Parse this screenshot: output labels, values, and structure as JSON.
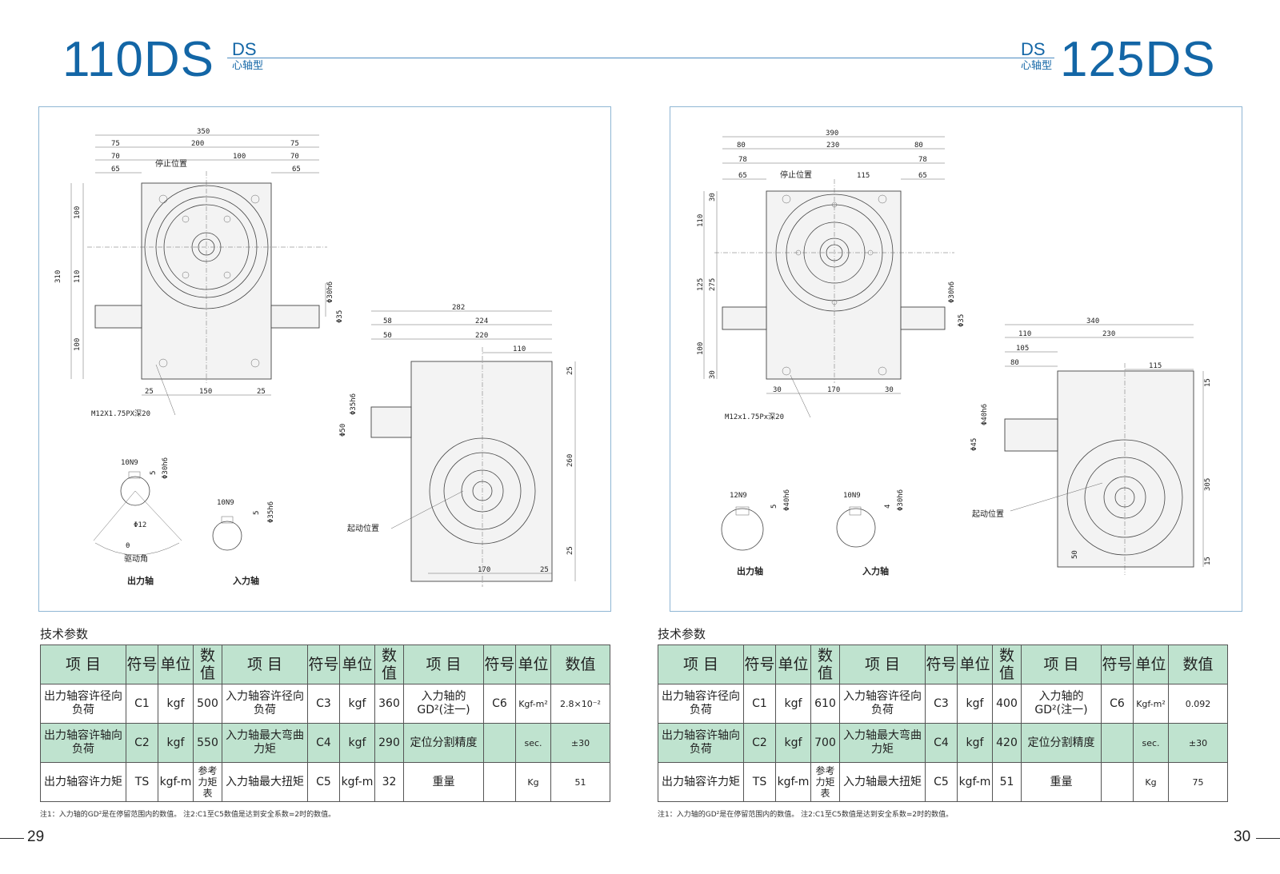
{
  "left": {
    "model": "110DS",
    "series": "DS",
    "type_label": "心轴型",
    "page_number": "29",
    "drawing": {
      "top_dims": [
        "350",
        "75",
        "200",
        "75",
        "70",
        "100",
        "70",
        "65",
        "65"
      ],
      "side_dims": [
        "310",
        "100",
        "110",
        "100"
      ],
      "shaft_dims": [
        "Φ30h6",
        "Φ35"
      ],
      "bottom_dims": [
        "25",
        "150",
        "25"
      ],
      "stop_label": "停止位置",
      "thread_label": "M12X1.75PX深20",
      "right_dims": [
        "282",
        "58",
        "224",
        "50",
        "220",
        "110",
        "25",
        "260",
        "25",
        "170",
        "25",
        "Φ35h6",
        "Φ50"
      ],
      "start_label": "起动位置",
      "output_key": [
        "10N9",
        "5",
        "Φ30h6",
        "Φ12",
        "θ"
      ],
      "input_key": [
        "10N9",
        "5",
        "Φ35h6"
      ],
      "drive_angle": "驱动角",
      "output_shaft": "出力轴",
      "input_shaft": "入力轴"
    },
    "tech_title": "技术参数",
    "table": {
      "header": [
        "项 目",
        "符号",
        "单位",
        "数值",
        "项 目",
        "符号",
        "单位",
        "数值",
        "项 目",
        "符号",
        "单位",
        "数值"
      ],
      "rows": [
        [
          "出力轴容许径向负荷",
          "C1",
          "kgf",
          "500",
          "入力轴容许径向负荷",
          "C3",
          "kgf",
          "360",
          "入力轴的GD²(注一)",
          "C6",
          "Kgf-m²",
          "2.8×10⁻²"
        ],
        [
          "出力轴容许轴向负荷",
          "C2",
          "kgf",
          "550",
          "入力轴最大弯曲力矩",
          "C4",
          "kgf",
          "290",
          "定位分割精度",
          "",
          "sec.",
          "±30"
        ],
        [
          "出力轴容许力矩",
          "TS",
          "kgf-m",
          "参考力矩表",
          "入力轴最大扭矩",
          "C5",
          "kgf-m",
          "32",
          "重量",
          "",
          "Kg",
          "51"
        ]
      ]
    },
    "note": "注1：入力轴的GD²是在停留范围内的数值。  注2:C1至C5数值是达到安全系数=2时的数值。"
  },
  "right": {
    "model": "125DS",
    "series": "DS",
    "type_label": "心轴型",
    "page_number": "30",
    "drawing": {
      "top_dims": [
        "390",
        "80",
        "230",
        "80",
        "78",
        "115",
        "78",
        "65",
        "65"
      ],
      "side_dims": [
        "30",
        "110",
        "125",
        "275",
        "100",
        "30"
      ],
      "shaft_dims": [
        "Φ30h6",
        "Φ35"
      ],
      "bottom_dims": [
        "30",
        "170",
        "30"
      ],
      "stop_label": "停止位置",
      "thread_label": "M12x1.75Px深20",
      "right_dims": [
        "340",
        "110",
        "230",
        "105",
        "80",
        "115",
        "15",
        "305",
        "15",
        "50",
        "Φ40h6",
        "Φ45"
      ],
      "start_label": "起动位置",
      "output_key": [
        "12N9",
        "5",
        "Φ40h6"
      ],
      "input_key": [
        "10N9",
        "4",
        "Φ30h6"
      ],
      "output_shaft": "出力轴",
      "input_shaft": "入力轴"
    },
    "tech_title": "技术参数",
    "table": {
      "header": [
        "项 目",
        "符号",
        "单位",
        "数值",
        "项 目",
        "符号",
        "单位",
        "数值",
        "项 目",
        "符号",
        "单位",
        "数值"
      ],
      "rows": [
        [
          "出力轴容许径向负荷",
          "C1",
          "kgf",
          "610",
          "入力轴容许径向负荷",
          "C3",
          "kgf",
          "400",
          "入力轴的GD²(注一)",
          "C6",
          "Kgf-m²",
          "0.092"
        ],
        [
          "出力轴容许轴向负荷",
          "C2",
          "kgf",
          "700",
          "入力轴最大弯曲力矩",
          "C4",
          "kgf",
          "420",
          "定位分割精度",
          "",
          "sec.",
          "±30"
        ],
        [
          "出力轴容许力矩",
          "TS",
          "kgf-m",
          "参考力矩表",
          "入力轴最大扭矩",
          "C5",
          "kgf-m",
          "51",
          "重量",
          "",
          "Kg",
          "75"
        ]
      ]
    },
    "note": "注1：入力轴的GD²是在停留范围内的数值。  注2:C1至C5数值是达到安全系数=2时的数值。"
  },
  "colors": {
    "title_blue": "#1366a6",
    "table_green": "#bfe3cf",
    "frame_blue": "#8fb6d4"
  }
}
